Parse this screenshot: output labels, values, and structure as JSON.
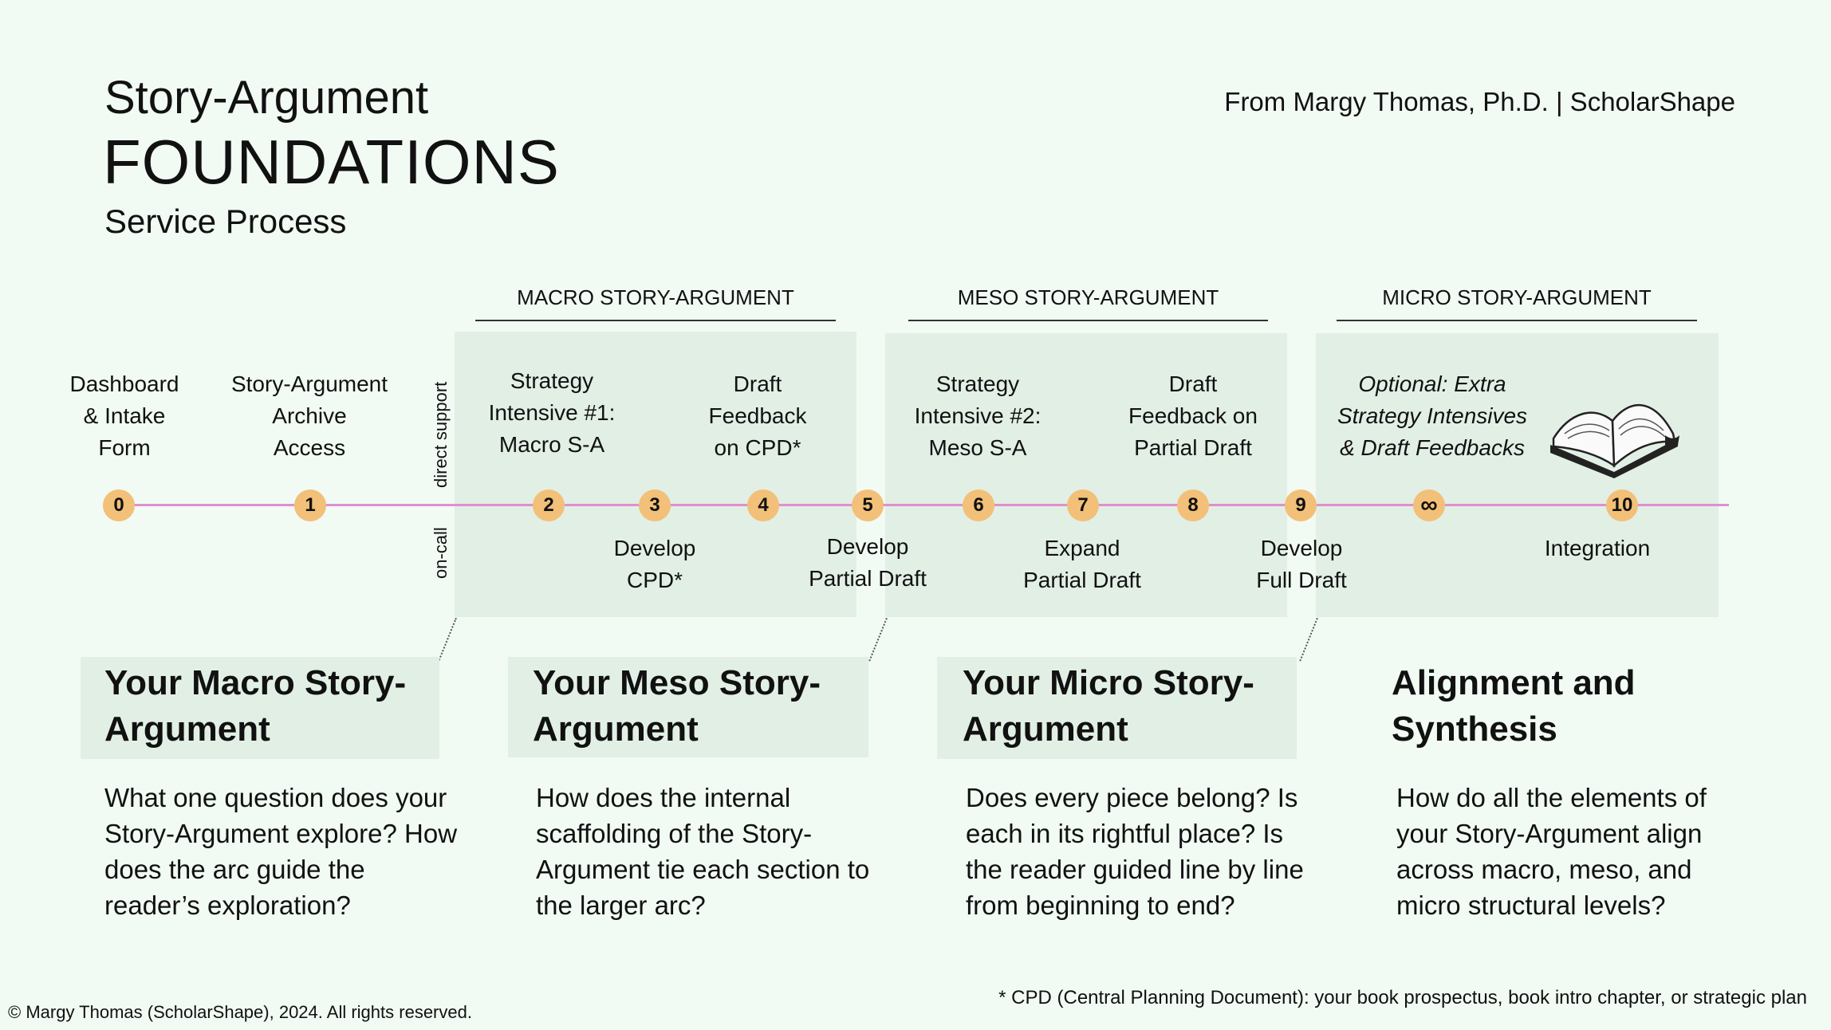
{
  "header": {
    "title_line1": "Story-Argument",
    "title_line2": "FOUNDATIONS",
    "title_line3": "Service Process",
    "credit": "From Margy Thomas, Ph.D.  |  ScholarShape"
  },
  "phases": [
    {
      "label": "MACRO STORY-ARGUMENT"
    },
    {
      "label": "MESO STORY-ARGUMENT"
    },
    {
      "label": "MICRO STORY-ARGUMENT"
    }
  ],
  "support_labels": {
    "direct": "direct support",
    "oncall": "on-call"
  },
  "steps_above": [
    {
      "lines": [
        "Dashboard",
        "& Intake",
        "Form"
      ]
    },
    {
      "lines": [
        "Story-Argument",
        "Archive",
        "Access"
      ]
    },
    {
      "lines": [
        "Strategy",
        "Intensive #1:",
        "Macro S-A"
      ]
    },
    {
      "lines": [
        "Draft",
        "Feedback",
        "on CPD*"
      ]
    },
    {
      "lines": [
        "Strategy",
        "Intensive #2:",
        "Meso S-A"
      ]
    },
    {
      "lines": [
        "Draft",
        "Feedback on",
        "Partial Draft"
      ]
    },
    {
      "lines": [
        "Optional: Extra",
        "Strategy Intensives",
        "& Draft Feedbacks"
      ]
    }
  ],
  "steps_below": [
    {
      "lines": [
        "Develop",
        "CPD*"
      ]
    },
    {
      "lines": [
        "Develop",
        "Partial Draft"
      ]
    },
    {
      "lines": [
        "Expand",
        "Partial Draft"
      ]
    },
    {
      "lines": [
        "Develop",
        "Full Draft"
      ]
    },
    {
      "lines": [
        "Integration"
      ]
    }
  ],
  "nodes": [
    "0",
    "1",
    "2",
    "3",
    "4",
    "5",
    "6",
    "7",
    "8",
    "9",
    "∞",
    "10"
  ],
  "icons": {
    "book": "open-book-icon"
  },
  "cards": [
    {
      "title": [
        "Your Macro Story-",
        "Argument"
      ],
      "body": [
        "What one question does your",
        "Story-Argument explore? How",
        "does the arc guide the",
        "reader’s exploration?"
      ]
    },
    {
      "title": [
        "Your Meso Story-",
        "Argument"
      ],
      "body": [
        "How does the internal",
        "scaffolding of the Story-",
        "Argument tie each section to",
        "the larger arc?"
      ]
    },
    {
      "title": [
        "Your Micro Story-",
        "Argument"
      ],
      "body": [
        "Does every piece belong? Is",
        "each in its rightful place? Is",
        "the reader guided line by line",
        "from beginning to end?"
      ]
    },
    {
      "title": [
        "Alignment and",
        "Synthesis"
      ],
      "body": [
        "How do all the elements of",
        "your Story-Argument align",
        "across macro, meso, and",
        "micro structural levels?"
      ]
    }
  ],
  "footnote": "* CPD (Central Planning Document): your book prospectus, book intro chapter, or strategic plan",
  "copyright": "© Margy Thomas (ScholarShape), 2024. All rights reserved.",
  "colors": {
    "background": "#f1faf3",
    "panel": "#e2efe5",
    "node": "#f2c078",
    "timeline": "#e18fcf"
  }
}
